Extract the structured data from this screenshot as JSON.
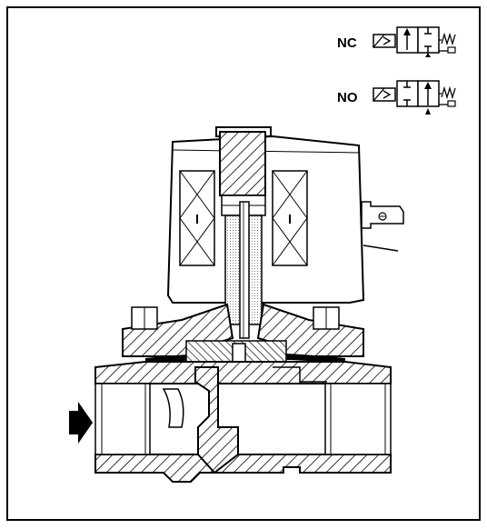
{
  "symbols": {
    "nc_label": "NC",
    "no_label": "NO"
  },
  "colors": {
    "line": "#000000",
    "background": "#ffffff"
  },
  "figure": {
    "subject": "solenoid-valve-cross-section",
    "flow_arrow": "arrow-right-icon"
  }
}
